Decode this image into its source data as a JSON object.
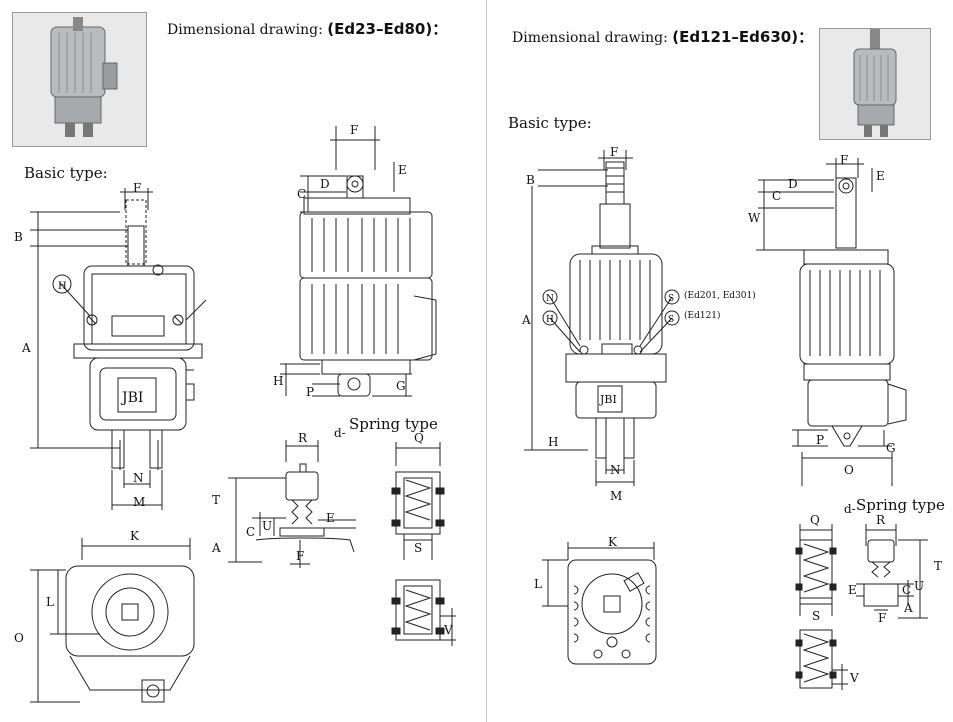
{
  "left": {
    "heading_prefix": "Dimensional drawing:",
    "heading_model": "(Ed23–Ed80)",
    "heading_suffix": "：",
    "basic_type": "Basic type:",
    "spring_type": "Spring type",
    "spring_d": "d-",
    "badge_h": "H",
    "brand": "JBI",
    "dims": {
      "F": "F",
      "B": "B",
      "A": "A",
      "N": "N",
      "M": "M",
      "K": "K",
      "L": "L",
      "O": "O",
      "C": "C",
      "D": "D",
      "E": "E",
      "H": "H",
      "P": "P",
      "G": "G",
      "R": "R",
      "T": "T",
      "U": "U",
      "Q": "Q",
      "S": "S",
      "V": "V"
    }
  },
  "right": {
    "heading_prefix": "Dimensional drawing:",
    "heading_model": "(Ed121–Ed630)",
    "heading_suffix": "：",
    "basic_type": "Basic type:",
    "spring_type": "Spring type",
    "spring_d": "d-",
    "badge_n": "N",
    "badge_h": "H",
    "badge_s": "S",
    "note_s1": "(Ed201, Ed301)",
    "note_s2": "(Ed121)",
    "brand": "JBI",
    "dims": {
      "F": "F",
      "B": "B",
      "A": "A",
      "W": "W",
      "N": "N",
      "M": "M",
      "K": "K",
      "L": "L",
      "O": "O",
      "C": "C",
      "D": "D",
      "E": "E",
      "H": "H",
      "P": "P",
      "G": "G",
      "R": "R",
      "T": "T",
      "U": "U",
      "Q": "Q",
      "S": "S",
      "V": "V"
    }
  },
  "colors": {
    "line": "#222222",
    "photo_bg": "#e6e6e6",
    "metal": "#b9bcbf"
  },
  "icons": [
    "product-photo-icon",
    "dimension-drawing"
  ]
}
